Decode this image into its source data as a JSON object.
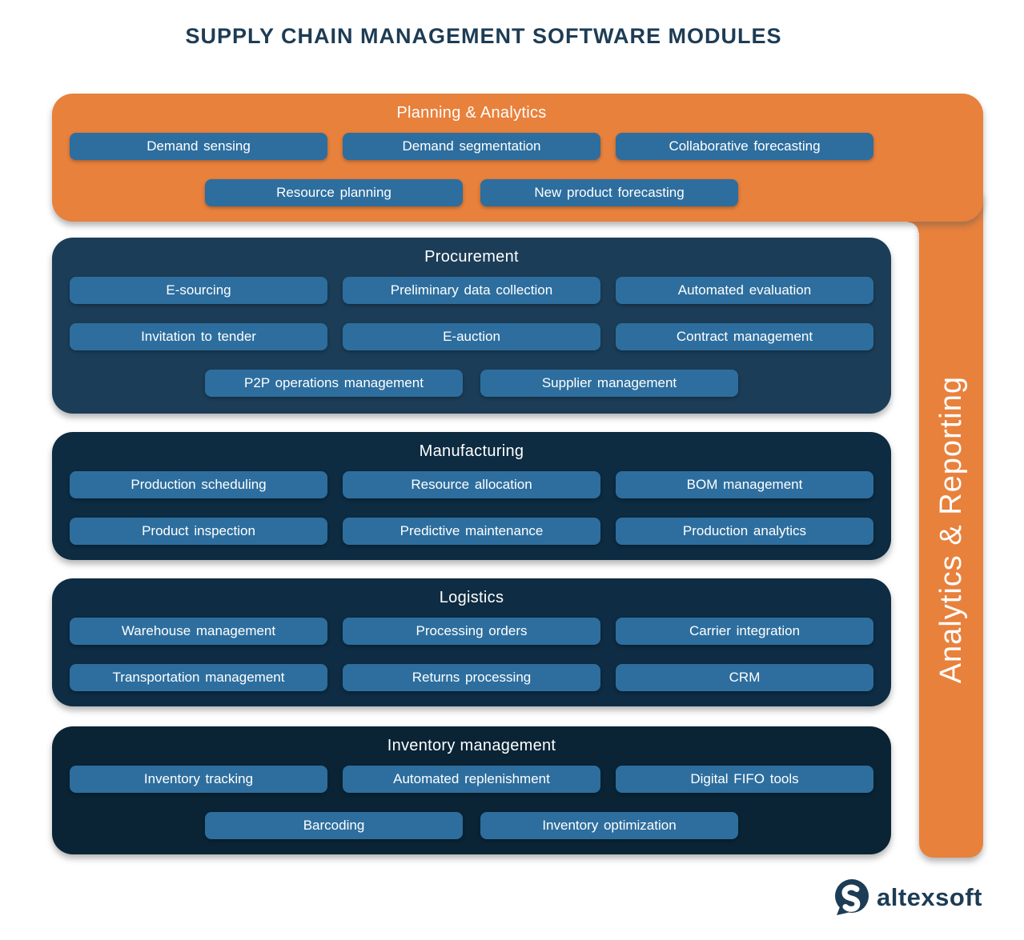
{
  "page": {
    "title": "SUPPLY CHAIN MANAGEMENT SOFTWARE MODULES"
  },
  "colors": {
    "orange": "#E8813C",
    "button_blue": "#2D6E9E",
    "panel_procurement": "#1C3D57",
    "panel_manufacturing": "#0D2B41",
    "panel_logistics": "#0E2C43",
    "panel_inventory": "#0A2435",
    "navy": "#1D3C55"
  },
  "sidebar": {
    "label": "Analytics & Reporting"
  },
  "sections": [
    {
      "title": "Planning & Analytics",
      "rows": [
        [
          "Demand sensing",
          "Demand segmentation",
          "Collaborative forecasting"
        ],
        [
          "Resource planning",
          "New product forecasting"
        ]
      ]
    },
    {
      "title": "Procurement",
      "rows": [
        [
          "E-sourcing",
          "Preliminary data collection",
          "Automated evaluation"
        ],
        [
          "Invitation to tender",
          "E-auction",
          "Contract management"
        ],
        [
          "P2P operations management",
          "Supplier management"
        ]
      ]
    },
    {
      "title": "Manufacturing",
      "rows": [
        [
          "Production scheduling",
          "Resource allocation",
          "BOM management"
        ],
        [
          "Product inspection",
          "Predictive maintenance",
          "Production analytics"
        ]
      ]
    },
    {
      "title": "Logistics",
      "rows": [
        [
          "Warehouse management",
          "Processing orders",
          "Carrier integration"
        ],
        [
          "Transportation management",
          "Returns processing",
          "CRM"
        ]
      ]
    },
    {
      "title": "Inventory management",
      "rows": [
        [
          "Inventory tracking",
          "Automated replenishment",
          "Digital FIFO tools"
        ],
        [
          "Barcoding",
          "Inventory optimization"
        ]
      ]
    }
  ],
  "footer": {
    "brand": "altexsoft"
  }
}
